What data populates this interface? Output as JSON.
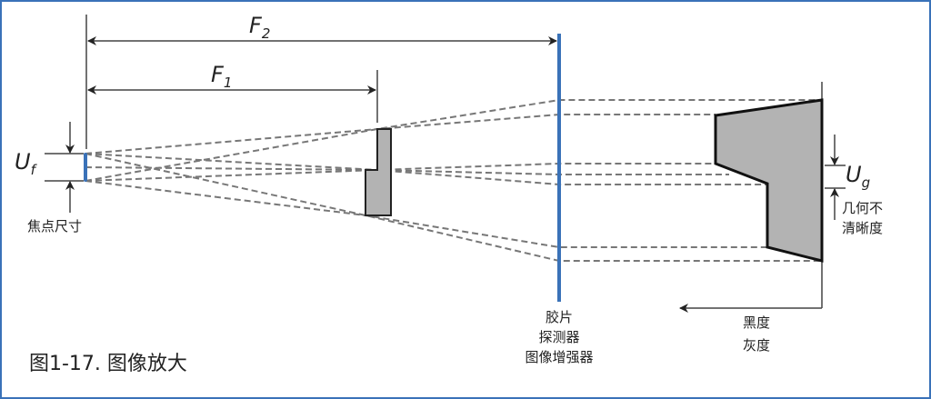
{
  "labels": {
    "f2": "F",
    "f2_sub": "2",
    "f1": "F",
    "f1_sub": "1",
    "uf": "U",
    "uf_sub": "f",
    "ug": "U",
    "ug_sub": "g",
    "focal_spot_size": "焦点尺寸",
    "detector": [
      "胶片",
      "探测器",
      "图像增强器"
    ],
    "geometric_unsharpness": [
      "几何不",
      "清晰度"
    ],
    "density": [
      "黑度",
      "灰度"
    ]
  },
  "caption": "图1-17. 图像放大",
  "colors": {
    "accent": "#3a72b8",
    "fill": "#b3b3b3",
    "dash": "#777777"
  }
}
